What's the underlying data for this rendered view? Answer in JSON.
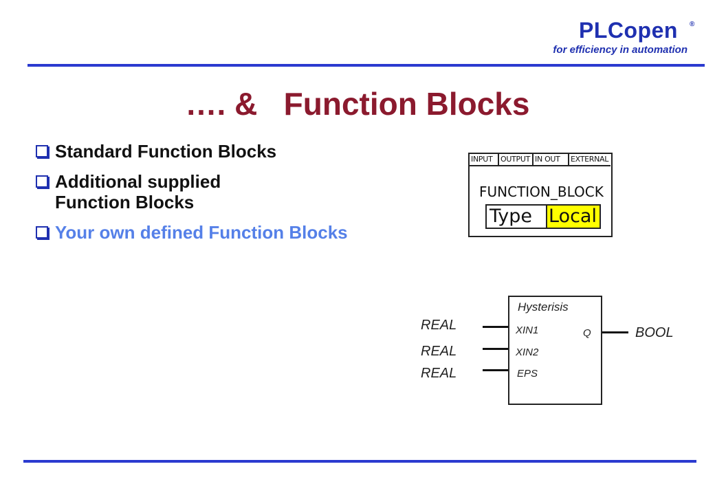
{
  "header": {
    "brand": "PLCopen",
    "registered": "®",
    "tagline": "for efficiency in automation"
  },
  "slide": {
    "title": "…. &   Function Blocks",
    "bullets": [
      {
        "text": "Standard Function Blocks",
        "highlighted": false
      },
      {
        "text": "Additional supplied Function Blocks",
        "highlighted": false
      },
      {
        "text": "Your own defined Function Blocks",
        "highlighted": true
      }
    ]
  },
  "declaration_diagram": {
    "tabs": [
      "INPUT",
      "OUTPUT",
      "IN OUT",
      "EXTERNAL"
    ],
    "keyword": "FUNCTION_BLOCK",
    "type_label": "Type",
    "local_label": "Local",
    "local_color": "#ffff00"
  },
  "block_diagram": {
    "name": "Hysterisis",
    "inputs": [
      {
        "pin": "XIN1",
        "type": "REAL"
      },
      {
        "pin": "XIN2",
        "type": "REAL"
      },
      {
        "pin": "EPS",
        "type": "REAL"
      }
    ],
    "output": {
      "pin": "Q",
      "type": "BOOL"
    }
  },
  "colors": {
    "brand_blue": "#1f30b0",
    "title_red": "#8b1a2e",
    "highlight_blue": "#5580e8"
  }
}
